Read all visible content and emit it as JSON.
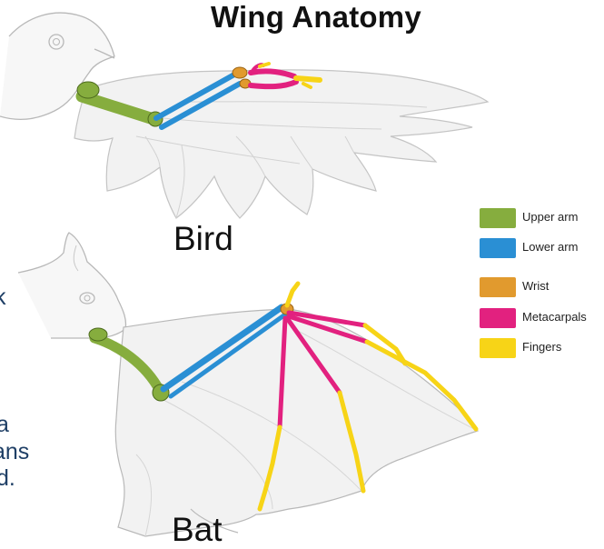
{
  "title": "Wing Anatomy",
  "bird_label": "Bird",
  "bat_label": "Bat",
  "legend": [
    {
      "label": "Upper arm",
      "color": "#86ad3e"
    },
    {
      "label": "Lower arm",
      "color": "#2a8fd4"
    },
    {
      "label": "Wrist",
      "color": "#e19a2e"
    },
    {
      "label": "Metacarpals",
      "color": "#e2217f"
    },
    {
      "label": "Fingers",
      "color": "#f7d417"
    }
  ],
  "cutoff_text": [
    "k",
    "a",
    "ans",
    "d."
  ],
  "colors": {
    "outline": "#b8b8b8",
    "body_fill": "#f2f2f2",
    "text_blue": "#1f3f66"
  }
}
